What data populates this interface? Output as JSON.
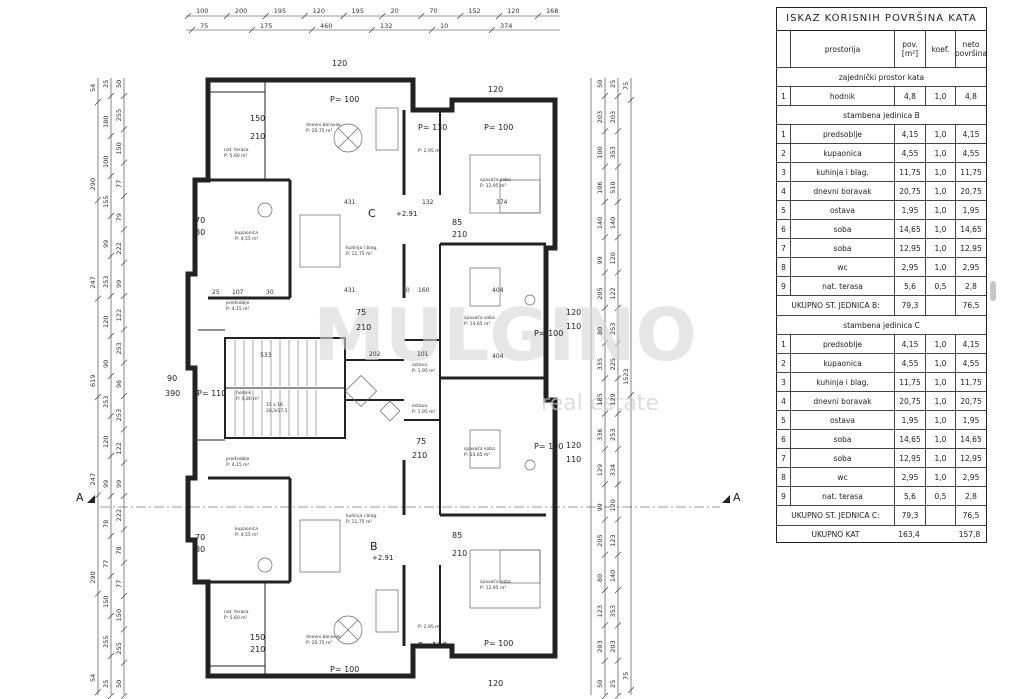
{
  "plan": {
    "dim_top_1": [
      "100",
      "200",
      "195",
      "120",
      "195",
      "20",
      "70",
      "152",
      "120",
      "168"
    ],
    "dim_top_2": [
      "75",
      "175",
      "460",
      "132",
      "10",
      "374"
    ],
    "dim_left_1": [
      "54",
      "290",
      "247",
      "619",
      "247",
      "290",
      "54"
    ],
    "dim_left_2": [
      "25",
      "180",
      "100",
      "155",
      "99",
      "253",
      "120",
      "90",
      "253",
      "120",
      "99",
      "78",
      "77",
      "150",
      "255",
      "25"
    ],
    "dim_left_3": [
      "50",
      "255",
      "150",
      "77",
      "79",
      "222",
      "99",
      "122",
      "253",
      "96",
      "253",
      "122",
      "99",
      "222",
      "78",
      "77",
      "150",
      "255",
      "50"
    ],
    "dim_right_1": [
      "75",
      "1523",
      "75"
    ],
    "dim_right_2": [
      "25",
      "203",
      "353",
      "510",
      "140",
      "120",
      "122",
      "253",
      "225",
      "129",
      "253",
      "334",
      "120",
      "123",
      "140",
      "353",
      "203",
      "25"
    ],
    "dim_right_3": [
      "50",
      "203",
      "100",
      "106",
      "140",
      "99",
      "205",
      "80",
      "335",
      "185",
      "336",
      "129",
      "99",
      "205",
      "80",
      "123",
      "203",
      "50"
    ],
    "unit_c": "C",
    "unit_b": "B",
    "level_c": "+2.91",
    "level_b": "+2.91",
    "section_left": "A",
    "section_right": "A",
    "openings": {
      "o150": "150",
      "o210": "210",
      "o100": "P= 100",
      "o130": "P= 130",
      "o75": "75",
      "o70": "70",
      "o80": "80",
      "o85": "85",
      "o90": "90",
      "o120": "120",
      "o110": "110",
      "o110b": "P= 110",
      "o390": "390",
      "o120_110": "120"
    },
    "rooms": {
      "dnevni_c": "dnevni boravak",
      "dnevni_c_a": "P: 20,75 m²",
      "spavaca_c": "spavaća soba",
      "spavaca_c_a": "P: 12,95 m²",
      "kuhinja_c": "kuhinja i blag.",
      "kuhinja_c_a": "P: 11,75 m²",
      "kupaonica_c": "kupaonica",
      "kupaonica_c_a": "P: 4,55 m²",
      "terasa_c": "nat. terasa",
      "terasa_c_a": "P: 5,60 m²",
      "predsoblje_c": "predsoblje",
      "predsoblje_c_a": "P: 4,15 m²",
      "soba_c2": "spavaća soba",
      "soba_c2_a": "P: 14,65 m²",
      "ostava_c": "ostava",
      "ostava_c_a": "P: 1,95 m²",
      "hodnik": "hodnik",
      "hodnik_a": "P: 4,80 m²",
      "stair_label": "15 x 16",
      "stair_label2": "28,3/17,5",
      "wc_c": "P: 2,95 m²",
      "ostava_b": "ostava",
      "ostava_b_a": "P: 1,95 m²",
      "soba_b2": "spavaća soba",
      "soba_b2_a": "P: 14,65 m²",
      "predsoblje_b": "predsoblje",
      "predsoblje_b_a": "P: 4,15 m²",
      "kupaonica_b": "kupaonica",
      "kupaonica_b_a": "P: 4,55 m²",
      "kuhinja_b": "kuhinja i blag.",
      "kuhinja_b_a": "P: 11,75 m²",
      "spavaca_b": "spavaća soba",
      "spavaca_b_a": "P: 12,95 m²",
      "terasa_b": "nat. terasa",
      "terasa_b_a": "P: 5,60 m²",
      "dnevni_b": "dnevni boravak",
      "dnevni_b_a": "P: 20,75 m²",
      "wc_b": "P: 2,95 m²"
    },
    "inner_dims": {
      "d431": "431",
      "d132": "132",
      "d374": "374",
      "d533": "533",
      "d404": "404",
      "d404b": "404",
      "d202": "202",
      "d101": "101",
      "d107": "107",
      "d10": "10",
      "d25": "25",
      "d30": "30",
      "d160": "160",
      "d431b": "431"
    }
  },
  "watermark": {
    "main": "MULGINO",
    "sub": "real estate"
  },
  "table": {
    "title": "ISKAZ KORISNIH POVRŠINA KATA",
    "headers": {
      "room": "prostorija",
      "area": "pov. [m²]",
      "coef": "koef.",
      "net": "neto površina"
    },
    "section_common": "zajednički prostor kata",
    "common_rows": [
      {
        "n": "1",
        "name": "hodnik",
        "area": "4,8",
        "coef": "1,0",
        "net": "4,8"
      }
    ],
    "section_b": "stambena jedinica B",
    "rows_b": [
      {
        "n": "1",
        "name": "predsoblje",
        "area": "4,15",
        "coef": "1,0",
        "net": "4,15"
      },
      {
        "n": "2",
        "name": "kupaonica",
        "area": "4,55",
        "coef": "1,0",
        "net": "4,55"
      },
      {
        "n": "3",
        "name": "kuhinja i blag.",
        "area": "11,75",
        "coef": "1,0",
        "net": "11,75"
      },
      {
        "n": "4",
        "name": "dnevni boravak",
        "area": "20,75",
        "coef": "1,0",
        "net": "20,75"
      },
      {
        "n": "5",
        "name": "ostava",
        "area": "1,95",
        "coef": "1,0",
        "net": "1,95"
      },
      {
        "n": "6",
        "name": "soba",
        "area": "14,65",
        "coef": "1,0",
        "net": "14,65"
      },
      {
        "n": "7",
        "name": "soba",
        "area": "12,95",
        "coef": "1,0",
        "net": "12,95"
      },
      {
        "n": "8",
        "name": "wc",
        "area": "2,95",
        "coef": "1,0",
        "net": "2,95"
      },
      {
        "n": "9",
        "name": "nat. terasa",
        "area": "5,6",
        "coef": "0,5",
        "net": "2,8"
      }
    ],
    "total_b": {
      "label": "UKUPNO ST. JEDNICA B:",
      "area": "79,3",
      "net": "76,5"
    },
    "section_c": "stambena jedinica C",
    "rows_c": [
      {
        "n": "1",
        "name": "predsoblje",
        "area": "4,15",
        "coef": "1,0",
        "net": "4,15"
      },
      {
        "n": "2",
        "name": "kupaonica",
        "area": "4,55",
        "coef": "1,0",
        "net": "4,55"
      },
      {
        "n": "3",
        "name": "kuhinja i blag.",
        "area": "11,75",
        "coef": "1,0",
        "net": "11,75"
      },
      {
        "n": "4",
        "name": "dnevni boravak",
        "area": "20,75",
        "coef": "1,0",
        "net": "20,75"
      },
      {
        "n": "5",
        "name": "ostava",
        "area": "1,95",
        "coef": "1,0",
        "net": "1,95"
      },
      {
        "n": "6",
        "name": "soba",
        "area": "14,65",
        "coef": "1,0",
        "net": "14,65"
      },
      {
        "n": "7",
        "name": "soba",
        "area": "12,95",
        "coef": "1,0",
        "net": "12,95"
      },
      {
        "n": "8",
        "name": "wc",
        "area": "2,95",
        "coef": "1,0",
        "net": "2,95"
      },
      {
        "n": "9",
        "name": "nat. terasa",
        "area": "5,6",
        "coef": "0,5",
        "net": "2,8"
      }
    ],
    "total_c": {
      "label": "UKUPNO ST. JEDNICA C:",
      "area": "79,3",
      "net": "76,5"
    },
    "grand": {
      "label": "UKUPNO KAT",
      "area": "163,4",
      "net": "157,8"
    }
  }
}
